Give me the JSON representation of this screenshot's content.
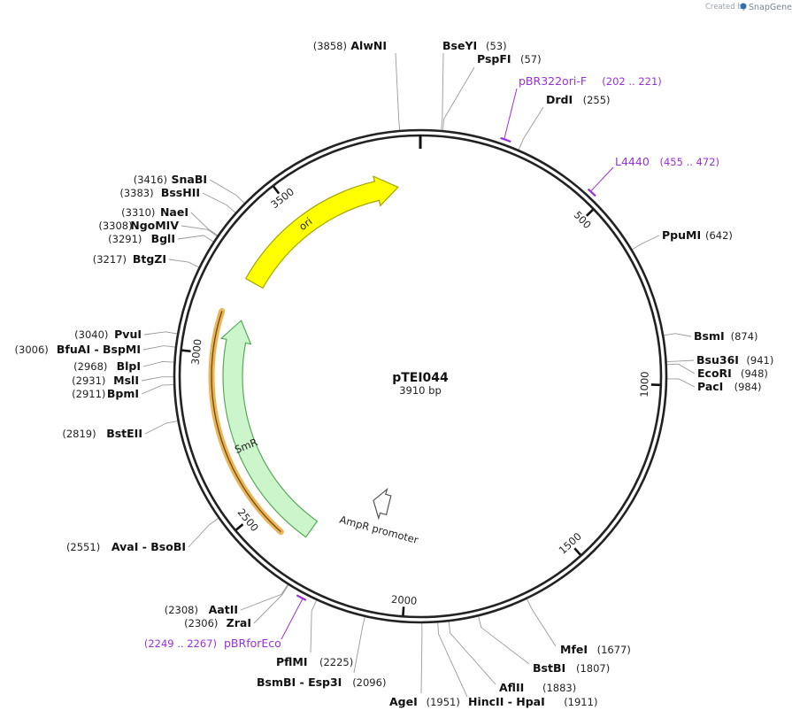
{
  "credit": {
    "created_by": "Created by",
    "brand": "SnapGene",
    "brand_color": "#2f6fb0"
  },
  "plasmid": {
    "name": "pTEI044",
    "length_label": "3910 bp",
    "length": 3910,
    "backbone_color": "#222222"
  },
  "scale_ticks": [
    {
      "pos": 500,
      "label": "500"
    },
    {
      "pos": 1000,
      "label": "1000"
    },
    {
      "pos": 1500,
      "label": "1500"
    },
    {
      "pos": 2000,
      "label": "2000"
    },
    {
      "pos": 2500,
      "label": "2500"
    },
    {
      "pos": 3000,
      "label": "3000"
    },
    {
      "pos": 3500,
      "label": "3500"
    }
  ],
  "features": [
    {
      "name": "ori",
      "start": 3250,
      "end": 3837,
      "direction": "forward",
      "color": "#ffff00",
      "stroke": "#a3a300",
      "label_text": "ori"
    },
    {
      "name": "SmR",
      "start": 2340,
      "end": 3120,
      "direction": "forward",
      "color": "#ccf5cc",
      "stroke": "#55aa55",
      "label_text": "SmR"
    },
    {
      "name": "AmpR promoter",
      "start": 2105,
      "end": 2180,
      "direction": "forward",
      "color": "#ffffff",
      "stroke": "#555555",
      "label_text": "AmpR promoter"
    }
  ],
  "highlight_arc": {
    "start": 2410,
    "end": 3130,
    "color": "#e8a73a"
  },
  "sites": [
    {
      "name": "AlwNI",
      "pos_text": "(3858)",
      "pos": 3858
    },
    {
      "name": "BseYI",
      "pos_text": "(53)",
      "pos": 53
    },
    {
      "name": "PspFI",
      "pos_text": "(57)",
      "pos": 57
    },
    {
      "name": "DrdI",
      "pos_text": "(255)",
      "pos": 255
    },
    {
      "name": "PpuMI",
      "pos_text": "(642)",
      "pos": 642
    },
    {
      "name": "BsmI",
      "pos_text": "(874)",
      "pos": 874
    },
    {
      "name": "Bsu36I",
      "pos_text": "(941)",
      "pos": 941
    },
    {
      "name": "EcoRI",
      "pos_text": "(948)",
      "pos": 948
    },
    {
      "name": "PacI",
      "pos_text": "(984)",
      "pos": 984
    },
    {
      "name": "MfeI",
      "pos_text": "(1677)",
      "pos": 1677
    },
    {
      "name": "BstBI",
      "pos_text": "(1807)",
      "pos": 1807
    },
    {
      "name": "AflII",
      "pos_text": "(1883)",
      "pos": 1883
    },
    {
      "name": "HincII - HpaI",
      "pos_text": "(1911)",
      "pos": 1911
    },
    {
      "name": "AgeI",
      "pos_text": "(1951)",
      "pos": 1951
    },
    {
      "name": "BsmBI - Esp3I",
      "pos_text": "(2096)",
      "pos": 2096
    },
    {
      "name": "PflMI",
      "pos_text": "(2225)",
      "pos": 2225
    },
    {
      "name": "ZraI",
      "pos_text": "(2306)",
      "pos": 2306
    },
    {
      "name": "AatII",
      "pos_text": "(2308)",
      "pos": 2308
    },
    {
      "name": "AvaI - BsoBI",
      "pos_text": "(2551)",
      "pos": 2551
    },
    {
      "name": "BstEII",
      "pos_text": "(2819)",
      "pos": 2819
    },
    {
      "name": "BpmI",
      "pos_text": "(2911)",
      "pos": 2911
    },
    {
      "name": "MslI",
      "pos_text": "(2931)",
      "pos": 2931
    },
    {
      "name": "BlpI",
      "pos_text": "(2968)",
      "pos": 2968
    },
    {
      "name": "BfuAI - BspMI",
      "pos_text": "(3006)",
      "pos": 3006
    },
    {
      "name": "PvuI",
      "pos_text": "(3040)",
      "pos": 3040
    },
    {
      "name": "BtgZI",
      "pos_text": "(3217)",
      "pos": 3217
    },
    {
      "name": "BglI",
      "pos_text": "(3291)",
      "pos": 3291
    },
    {
      "name": "NgoMIV",
      "pos_text": "(3308)",
      "pos": 3308
    },
    {
      "name": "NaeI",
      "pos_text": "(3310)",
      "pos": 3310
    },
    {
      "name": "BssHII",
      "pos_text": "(3383)",
      "pos": 3383
    },
    {
      "name": "SnaBI",
      "pos_text": "(3416)",
      "pos": 3416
    }
  ],
  "primers": [
    {
      "name": "pBR322ori-F",
      "range_text": "(202 .. 221)",
      "start": 202,
      "end": 221
    },
    {
      "name": "L4440",
      "range_text": "(455 .. 472)",
      "start": 455,
      "end": 472
    },
    {
      "name": "pBRforEco",
      "range_text": "(2249 .. 2267)",
      "start": 2249,
      "end": 2267
    }
  ],
  "primer_color": "#9b30d9"
}
